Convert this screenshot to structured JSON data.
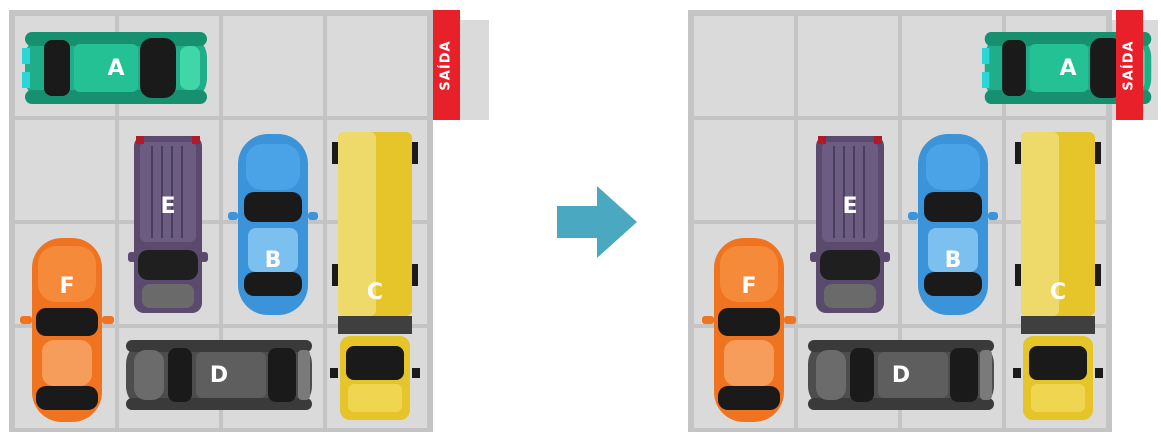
{
  "exit_label": "SAÍDA",
  "colors": {
    "board": "#c4c4c4",
    "cell": "#dadada",
    "exit": "#e8202a",
    "arrow": "#4aa8c1",
    "car_A": "#1fae87",
    "car_B": "#3b93d9",
    "car_C": "#e6c52a",
    "car_D": "#4d4d4d",
    "car_E": "#5a4a6e",
    "car_F": "#f0741f"
  },
  "initial_state": {
    "cars": [
      {
        "id": "A",
        "label": "A"
      },
      {
        "id": "E",
        "label": "E"
      },
      {
        "id": "B",
        "label": "B"
      },
      {
        "id": "C",
        "label": "C"
      },
      {
        "id": "F",
        "label": "F"
      },
      {
        "id": "D",
        "label": "D"
      }
    ]
  },
  "final_state": {
    "cars": [
      {
        "id": "A",
        "label": "A"
      },
      {
        "id": "E",
        "label": "E"
      },
      {
        "id": "B",
        "label": "B"
      },
      {
        "id": "C",
        "label": "C"
      },
      {
        "id": "F",
        "label": "F"
      },
      {
        "id": "D",
        "label": "D"
      }
    ]
  },
  "transition_icon": "right-arrow-icon"
}
